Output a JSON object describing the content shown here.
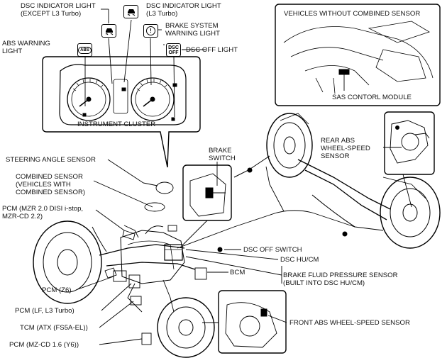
{
  "labels": {
    "dsc_ind_except": "DSC INDICATOR LIGHT\n(EXCEPT L3 Turbo)",
    "dsc_ind_l3": "DSC INDICATOR LIGHT\n(L3 Turbo)",
    "brake_warning": "BRAKE SYSTEM\nWARNING LIGHT",
    "abs_warning": "ABS WARNING\nLIGHT",
    "dsc_off_light": "DSC OFF LIGHT",
    "instrument_cluster": "INSTRUMENT CLUSTER",
    "vehicles_without": "VEHICLES WITHOUT COMBINED SENSOR",
    "sas_module": "SAS CONTORL MODULE",
    "rear_abs": "REAR ABS\nWHEEL-SPEED\nSENSOR",
    "brake_switch": "BRAKE\nSWITCH",
    "steering_angle": "STEERING ANGLE SENSOR",
    "combined_sensor": "COMBINED SENSOR\n(VEHICLES WITH\nCOMBINED SENSOR)",
    "pcm_mzr": "PCM (MZR 2.0 DISI i-stop,\nMZR-CD 2.2)",
    "dsc_off_switch": "DSC OFF SWITCH",
    "bcm": "BCM",
    "dsc_hucm": "DSC HU/CM",
    "brake_fluid": "BRAKE FLUID PRESSURE SENSOR\n(BUILT INTO DSC HU/CM)",
    "pcm_z6": "PCM (Z6)",
    "pcm_lf": "PCM (LF, L3 Turbo)",
    "tcm": "TCM (ATX (FS5A-EL))",
    "pcm_mzcd": "PCM (MZ-CD 1.6 (Y6))",
    "front_abs": "FRONT ABS WHEEL-SPEED SENSOR"
  },
  "icons": {
    "abs_text": "ABS",
    "dsc_off_text_1": "DSC",
    "dsc_off_text_2": "OFF",
    "brake_text": "!"
  }
}
